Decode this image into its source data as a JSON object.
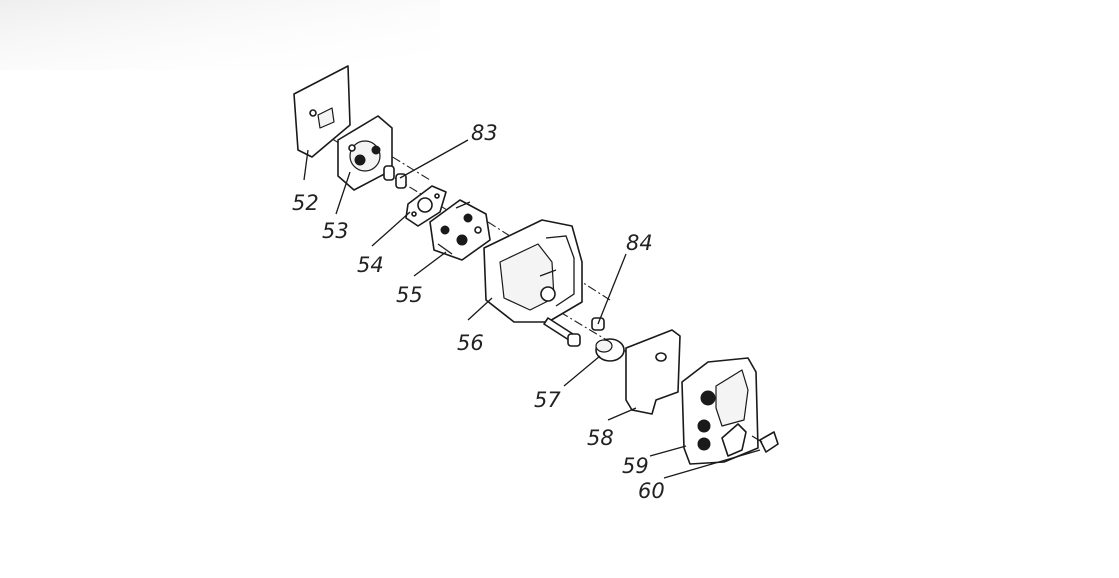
{
  "diagram": {
    "part_labels": [
      "52",
      "53",
      "54",
      "55",
      "56",
      "57",
      "58",
      "59",
      "60",
      "83",
      "84"
    ]
  }
}
